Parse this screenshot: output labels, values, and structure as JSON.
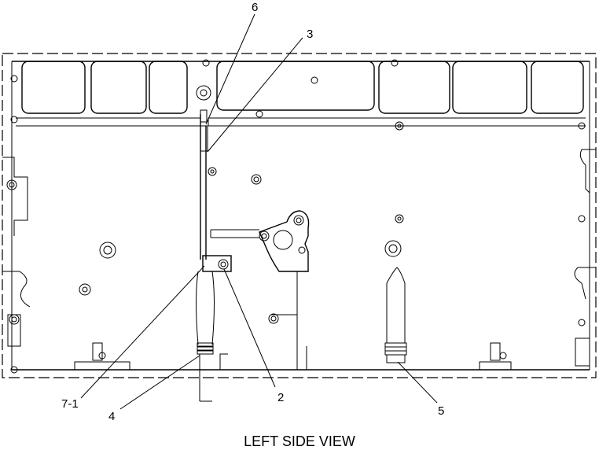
{
  "caption": "LEFT SIDE VIEW",
  "callouts": {
    "c1": "6",
    "c2": "3",
    "c3": "7-1",
    "c4": "4",
    "c5": "2",
    "c6": "5"
  }
}
